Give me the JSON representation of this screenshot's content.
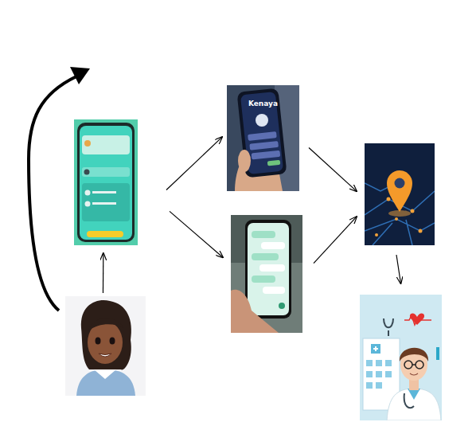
{
  "diagram": {
    "nodes": [
      {
        "text": []
      },
      {
        "text": []
      },
      {
        "text": [
          "Kenaya"
        ]
      },
      {
        "text": []
      },
      {
        "text": []
      },
      {
        "text": []
      }
    ],
    "edges": [
      {
        "from": 0,
        "to": 1,
        "arrow": "to"
      },
      {
        "from": 1,
        "to": 2,
        "arrow": "to"
      },
      {
        "from": 1,
        "to": 3,
        "arrow": "to"
      },
      {
        "from": 2,
        "to": 4,
        "arrow": "to"
      },
      {
        "from": 3,
        "to": 4,
        "arrow": "to"
      },
      {
        "from": 4,
        "to": 5,
        "arrow": "to"
      }
    ]
  }
}
